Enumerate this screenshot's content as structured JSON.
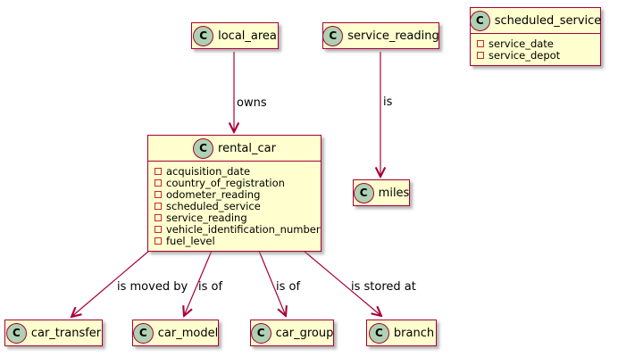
{
  "diagram": {
    "type": "uml-class-diagram",
    "stereotype_letter": "C",
    "colors": {
      "box_fill": "#FEFECE",
      "box_border": "#A80036",
      "circle_fill": "#ADD1B2",
      "edge": "#A80036",
      "text": "#000000",
      "background": "#FFFFFF"
    },
    "classes": [
      {
        "name": "local_area",
        "attributes": []
      },
      {
        "name": "service_reading",
        "attributes": []
      },
      {
        "name": "scheduled_service",
        "attributes": [
          "service_date",
          "service_depot"
        ]
      },
      {
        "name": "rental_car",
        "attributes": [
          "acquisition_date",
          "country_of_registration",
          "odometer_reading",
          "scheduled_service",
          "service_reading",
          "vehicle_identification_number",
          "fuel_level"
        ]
      },
      {
        "name": "miles",
        "attributes": []
      },
      {
        "name": "car_transfer",
        "attributes": []
      },
      {
        "name": "car_model",
        "attributes": []
      },
      {
        "name": "car_group",
        "attributes": []
      },
      {
        "name": "branch",
        "attributes": []
      }
    ],
    "edges": [
      {
        "from": "local_area",
        "to": "rental_car",
        "label": "owns"
      },
      {
        "from": "service_reading",
        "to": "miles",
        "label": "is"
      },
      {
        "from": "rental_car",
        "to": "car_transfer",
        "label": "is moved by"
      },
      {
        "from": "rental_car",
        "to": "car_model",
        "label": "is of"
      },
      {
        "from": "rental_car",
        "to": "car_group",
        "label": "is of"
      },
      {
        "from": "rental_car",
        "to": "branch",
        "label": "is stored at"
      }
    ]
  }
}
